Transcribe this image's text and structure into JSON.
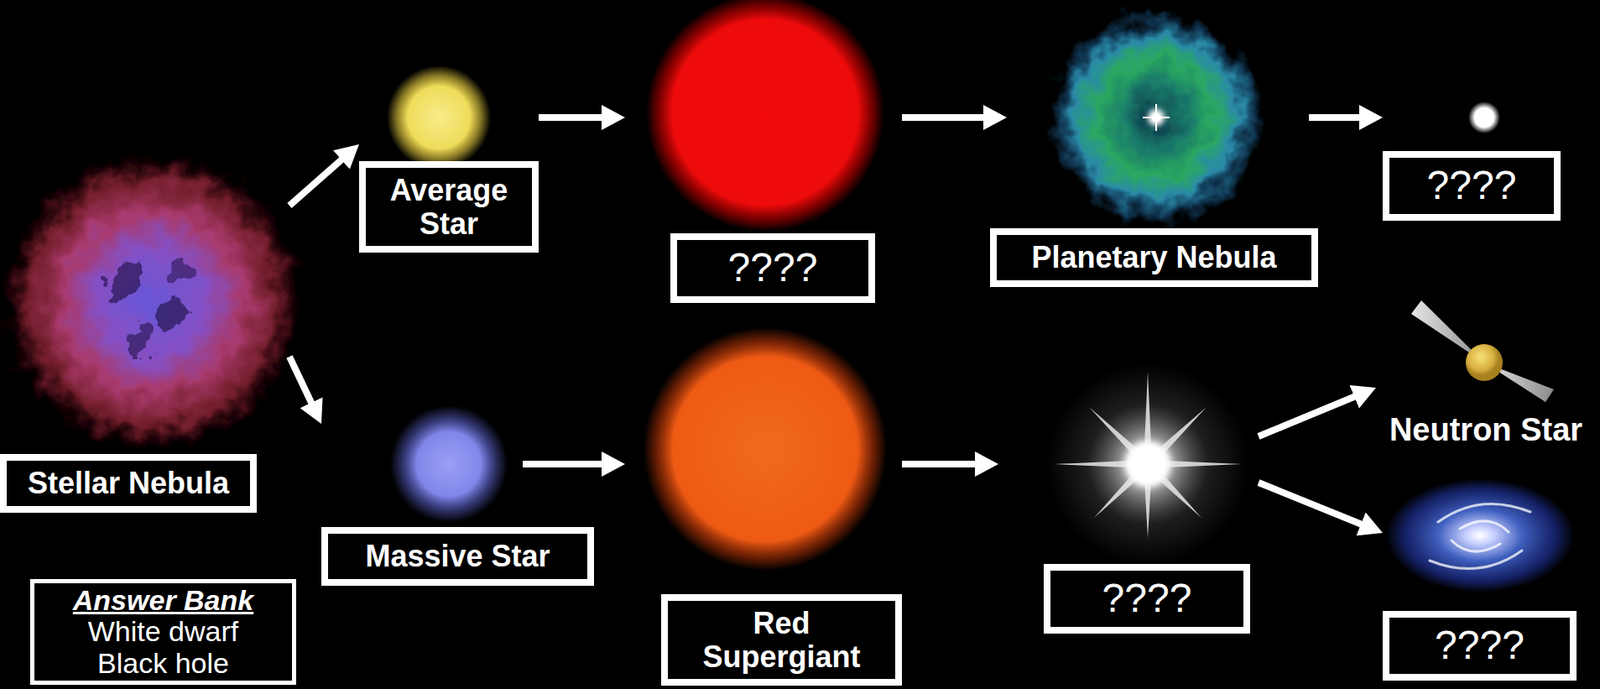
{
  "diagram": {
    "nodes": [
      {
        "text": [
          "Stellar Nebula"
        ]
      },
      {
        "text": [
          "Average Star"
        ]
      },
      {
        "text": [
          "????"
        ]
      },
      {
        "text": [
          "Planetary Nebula"
        ]
      },
      {
        "text": [
          "????"
        ]
      },
      {
        "text": [
          "Massive Star"
        ]
      },
      {
        "text": [
          "Red Supergiant"
        ]
      },
      {
        "text": [
          "????"
        ]
      },
      {
        "text": [
          "Neutron Star"
        ]
      },
      {
        "text": [
          "????"
        ]
      },
      {
        "text": [
          "Answer Bank",
          "White dwarf",
          "Black hole"
        ]
      }
    ],
    "edges": [
      {
        "from": 0,
        "to": 1,
        "arrow": "to"
      },
      {
        "from": 1,
        "to": 2,
        "arrow": "to"
      },
      {
        "from": 2,
        "to": 3,
        "arrow": "to"
      },
      {
        "from": 3,
        "to": 4,
        "arrow": "to"
      },
      {
        "from": 0,
        "to": 5,
        "arrow": "to"
      },
      {
        "from": 5,
        "to": 6,
        "arrow": "to"
      },
      {
        "from": 6,
        "to": 7,
        "arrow": "to"
      },
      {
        "from": 7,
        "to": 8,
        "arrow": "to"
      },
      {
        "from": 7,
        "to": 9,
        "arrow": "to"
      }
    ]
  }
}
